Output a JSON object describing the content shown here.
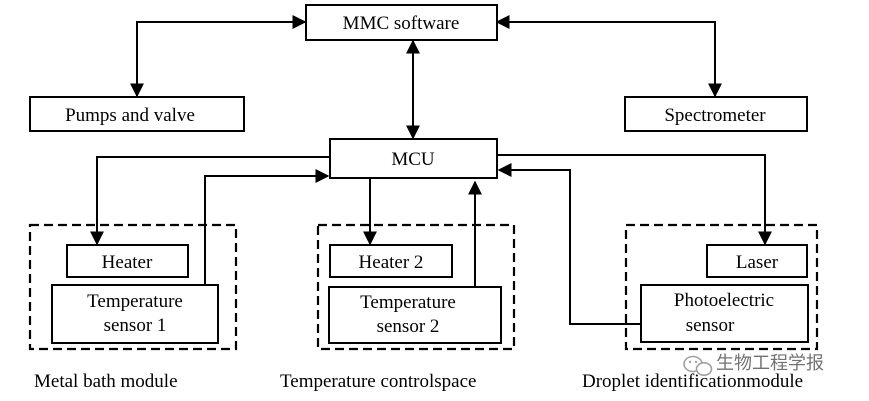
{
  "diagram": {
    "nodes": {
      "mmc_software": "MMC software",
      "pumps_valve": "Pumps and valve",
      "spectrometer": "Spectrometer",
      "mcu": "MCU",
      "heater1": "Heater",
      "temp_sensor1_line1": "Temperature",
      "temp_sensor1_line2": "sensor 1",
      "heater2": "Heater 2",
      "temp_sensor2_line1": "Temperature",
      "temp_sensor2_line2": "sensor 2",
      "laser": "Laser",
      "photo_sensor_line1": "Photoelectric",
      "photo_sensor_line2": "sensor"
    },
    "modules": {
      "metal_bath": "Metal bath module",
      "temperature_control": "Temperature controlspace",
      "droplet_identification": "Droplet identificationmodule"
    },
    "watermark": "生物工程学报",
    "colors": {
      "stroke": "#000000",
      "background": "#ffffff"
    }
  }
}
